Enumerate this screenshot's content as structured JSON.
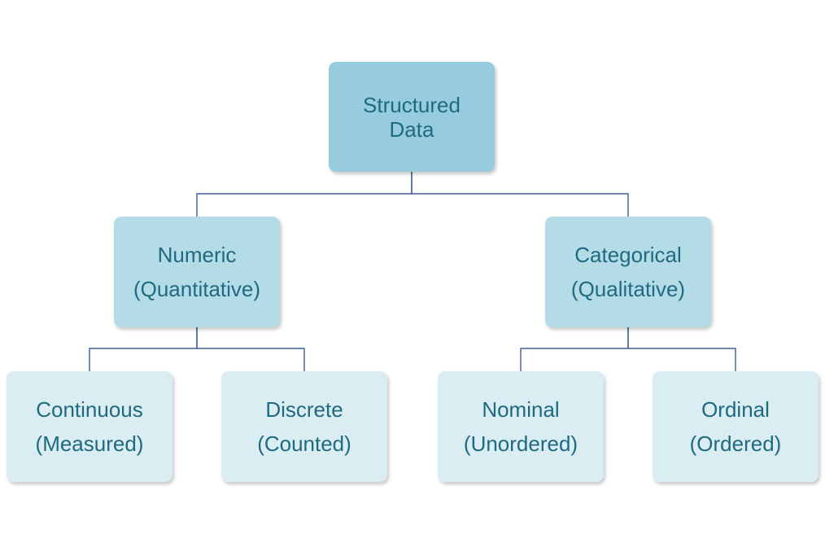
{
  "colors": {
    "level0_fill": "#96ccdd",
    "level1_fill": "#b3dce7",
    "level2_fill": "#d9edf3",
    "text": "#1f6a80",
    "connector": "#3d5f9a"
  },
  "nodes": {
    "root": {
      "line1": "Structured",
      "line2": "Data"
    },
    "numeric": {
      "line1": "Numeric",
      "line2": "(Quantitative)"
    },
    "categorical": {
      "line1": "Categorical",
      "line2": "(Qualitative)"
    },
    "continuous": {
      "line1": "Continuous",
      "line2": "(Measured)"
    },
    "discrete": {
      "line1": "Discrete",
      "line2": "(Counted)"
    },
    "nominal": {
      "line1": "Nominal",
      "line2": "(Unordered)"
    },
    "ordinal": {
      "line1": "Ordinal",
      "line2": "(Ordered)"
    }
  },
  "edges": [
    {
      "from": "root",
      "to": "numeric"
    },
    {
      "from": "root",
      "to": "categorical"
    },
    {
      "from": "numeric",
      "to": "continuous"
    },
    {
      "from": "numeric",
      "to": "discrete"
    },
    {
      "from": "categorical",
      "to": "nominal"
    },
    {
      "from": "categorical",
      "to": "ordinal"
    }
  ]
}
